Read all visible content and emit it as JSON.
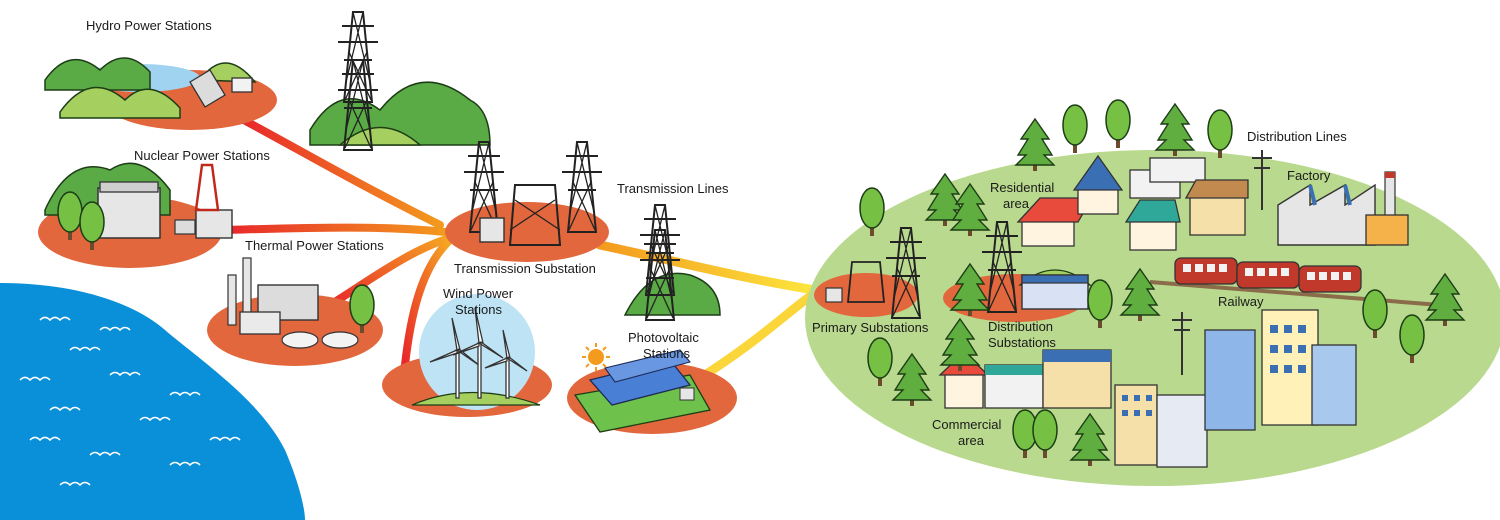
{
  "labels": {
    "hydro": "Hydro Power Stations",
    "nuclear": "Nuclear Power Stations",
    "thermal": "Thermal Power Stations",
    "wind_1": "Wind Power",
    "wind_2": "Stations",
    "transmission_substation": "Transmission Substation",
    "transmission_lines": "Transmission Lines",
    "pv_1": "Photovoltaic",
    "pv_2": "Stations",
    "primary_substations": "Primary Substations",
    "distribution_substations_1": "Distribution",
    "distribution_substations_2": "Substations",
    "residential_1": "Residential",
    "residential_2": "area",
    "distribution_lines": "Distribution Lines",
    "factory": "Factory",
    "railway": "Railway",
    "commercial_1": "Commercial",
    "commercial_2": "area"
  },
  "colors": {
    "sea": "#0a8fd9",
    "site_ground": "#e2673d",
    "city_ground": "#b9d98e",
    "hill_light": "#a5cf5f",
    "hill_dark": "#5aab46",
    "flow_hot": "#e8262b",
    "flow_mid": "#f39a1e",
    "flow_cold": "#fde63d",
    "tower": "#222222"
  }
}
